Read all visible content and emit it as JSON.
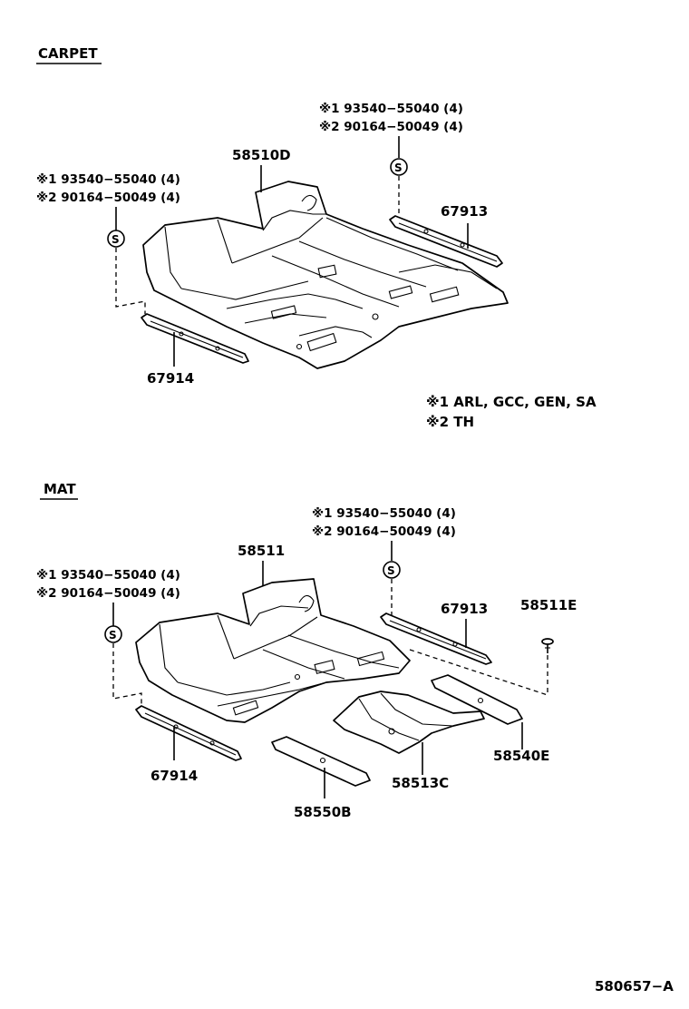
{
  "sections": {
    "carpet": "CARPET",
    "mat": "MAT"
  },
  "symbols": {
    "screw": "S"
  },
  "carpet": {
    "left_note": {
      "line1": "※1  93540−55040 (4)",
      "line2": "※2  90164−50049 (4)"
    },
    "right_note": {
      "line1": "※1  93540−55040 (4)",
      "line2": "※2  90164−50049 (4)"
    },
    "parts": {
      "carpet": "58510D",
      "rear_plate": "67913",
      "front_plate": "67914"
    },
    "legend": {
      "line1": "※1  ARL, GCC, GEN, SA",
      "line2": "※2  TH"
    }
  },
  "mat": {
    "left_note": {
      "line1": "※1  93540−55040 (4)",
      "line2": "※2  90164−50049 (4)"
    },
    "right_note": {
      "line1": "※1  93540−55040 (4)",
      "line2": "※2  90164−50049 (4)"
    },
    "parts": {
      "mat": "58511",
      "rear_plate": "67913",
      "clip": "58511E",
      "front_plate": "67914",
      "pad_b": "58550B",
      "cover_c": "58513C",
      "pad_e": "58540E"
    }
  },
  "figure_id": "580657−A"
}
